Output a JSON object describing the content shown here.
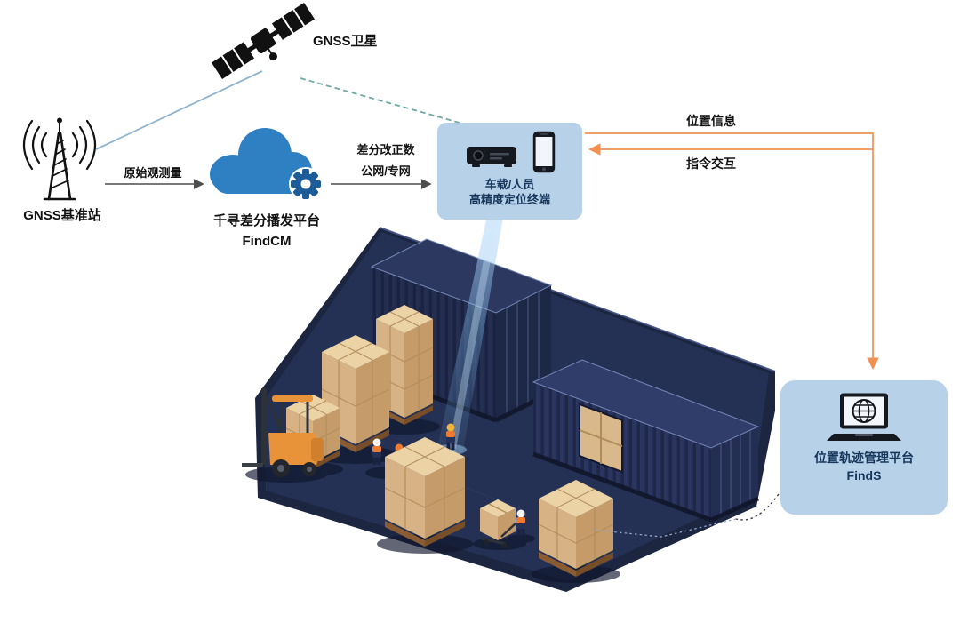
{
  "nodes": {
    "satellite": {
      "label": "GNSS卫星",
      "icon": "satellite-icon"
    },
    "base_station": {
      "label": "GNSS基准站",
      "icon": "radio-tower-icon"
    },
    "cloud_platform": {
      "name": "千寻差分播发平台",
      "product": "FindCM",
      "icon": "cloud-gear-icon"
    },
    "terminal": {
      "line1": "车载/人员",
      "line2": "高精度定位终端",
      "icons": [
        "vehicle-terminal-icon",
        "smartphone-icon"
      ]
    },
    "management_platform": {
      "name": "位置轨迹管理平台",
      "product": "FindS",
      "icon": "laptop-globe-icon"
    }
  },
  "links": {
    "base_to_cloud": {
      "label": "原始观测量"
    },
    "cloud_to_terminal": {
      "line1": "差分改正数",
      "line2": "公网/专网"
    },
    "terminal_to_platform": {
      "label": "位置信息"
    },
    "platform_to_terminal": {
      "label": "指令交互"
    }
  },
  "scene": {
    "description": "isometric warehouse: two navy shipping containers, pallet stacks of cartons, forklift, workers, blue positioning beam from terminal down to a worker"
  },
  "colors": {
    "panel_bg": "#b7d2e8",
    "panel_text": "#17365c",
    "accent_orange": "#ef9153",
    "dashed_teal": "#6fa9a4",
    "link_blue": "#8fb4cf",
    "arrow_gray": "#4d4d4d",
    "cloud_blue": "#2e80c3",
    "gear_blue": "#1c5d99",
    "floor_navy": "#1c2641",
    "container_navy": "#2a3560",
    "beam_blue": "#7cb9ec",
    "carton_kraft": "#d7b284",
    "forklift_orange": "#e8933a"
  }
}
